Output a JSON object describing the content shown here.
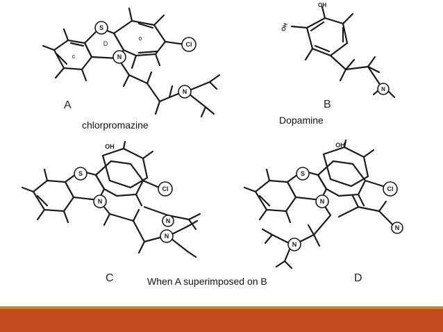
{
  "panels": {
    "a": {
      "letter": "A",
      "caption": "chlorpromazine"
    },
    "b": {
      "letter": "B",
      "caption": "Dopamine"
    },
    "c": {
      "letter": "C",
      "caption": "When A superimposed on B"
    },
    "d": {
      "letter": "D"
    }
  },
  "atoms": {
    "s": "S",
    "n": "N",
    "cl": "Cl",
    "oh": "OH",
    "ring_c": "c",
    "ring_d": "D",
    "ring_o": "o"
  },
  "colors": {
    "footer_bar": "#d4821f",
    "footer_bg": "#c44a22",
    "ink": "#1a1a1a"
  }
}
